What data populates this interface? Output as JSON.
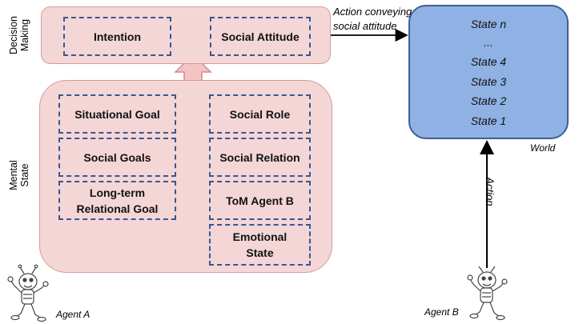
{
  "side_labels": {
    "decision": [
      "Decision",
      "Making"
    ],
    "mental": [
      "Mental",
      "State"
    ]
  },
  "decision_making": {
    "intention": "Intention",
    "social_attitude": "Social Attitude"
  },
  "mental_state": {
    "left": [
      "Situational Goal",
      "Social Goals",
      "Long-term Relational Goal"
    ],
    "right": [
      "Social Role",
      "Social Relation",
      "ToM Agent B",
      "Emotional State"
    ]
  },
  "arrow_label": [
    "Action conveying",
    "social attitude"
  ],
  "world": {
    "label": "World",
    "states": [
      "State n",
      "...",
      "State 4",
      "State 3",
      "State 2",
      "State 1"
    ]
  },
  "action_label": "Action",
  "agents": {
    "a": "Agent A",
    "b": "Agent B"
  },
  "colors": {
    "panel_fill": "#f4d6d6",
    "panel_border": "#d99a9a",
    "dashed_border": "#37578f",
    "world_fill": "#8fb1e3",
    "world_border": "#3d5f94"
  },
  "icons": [
    "robot-agent-a-icon",
    "robot-agent-b-icon"
  ]
}
